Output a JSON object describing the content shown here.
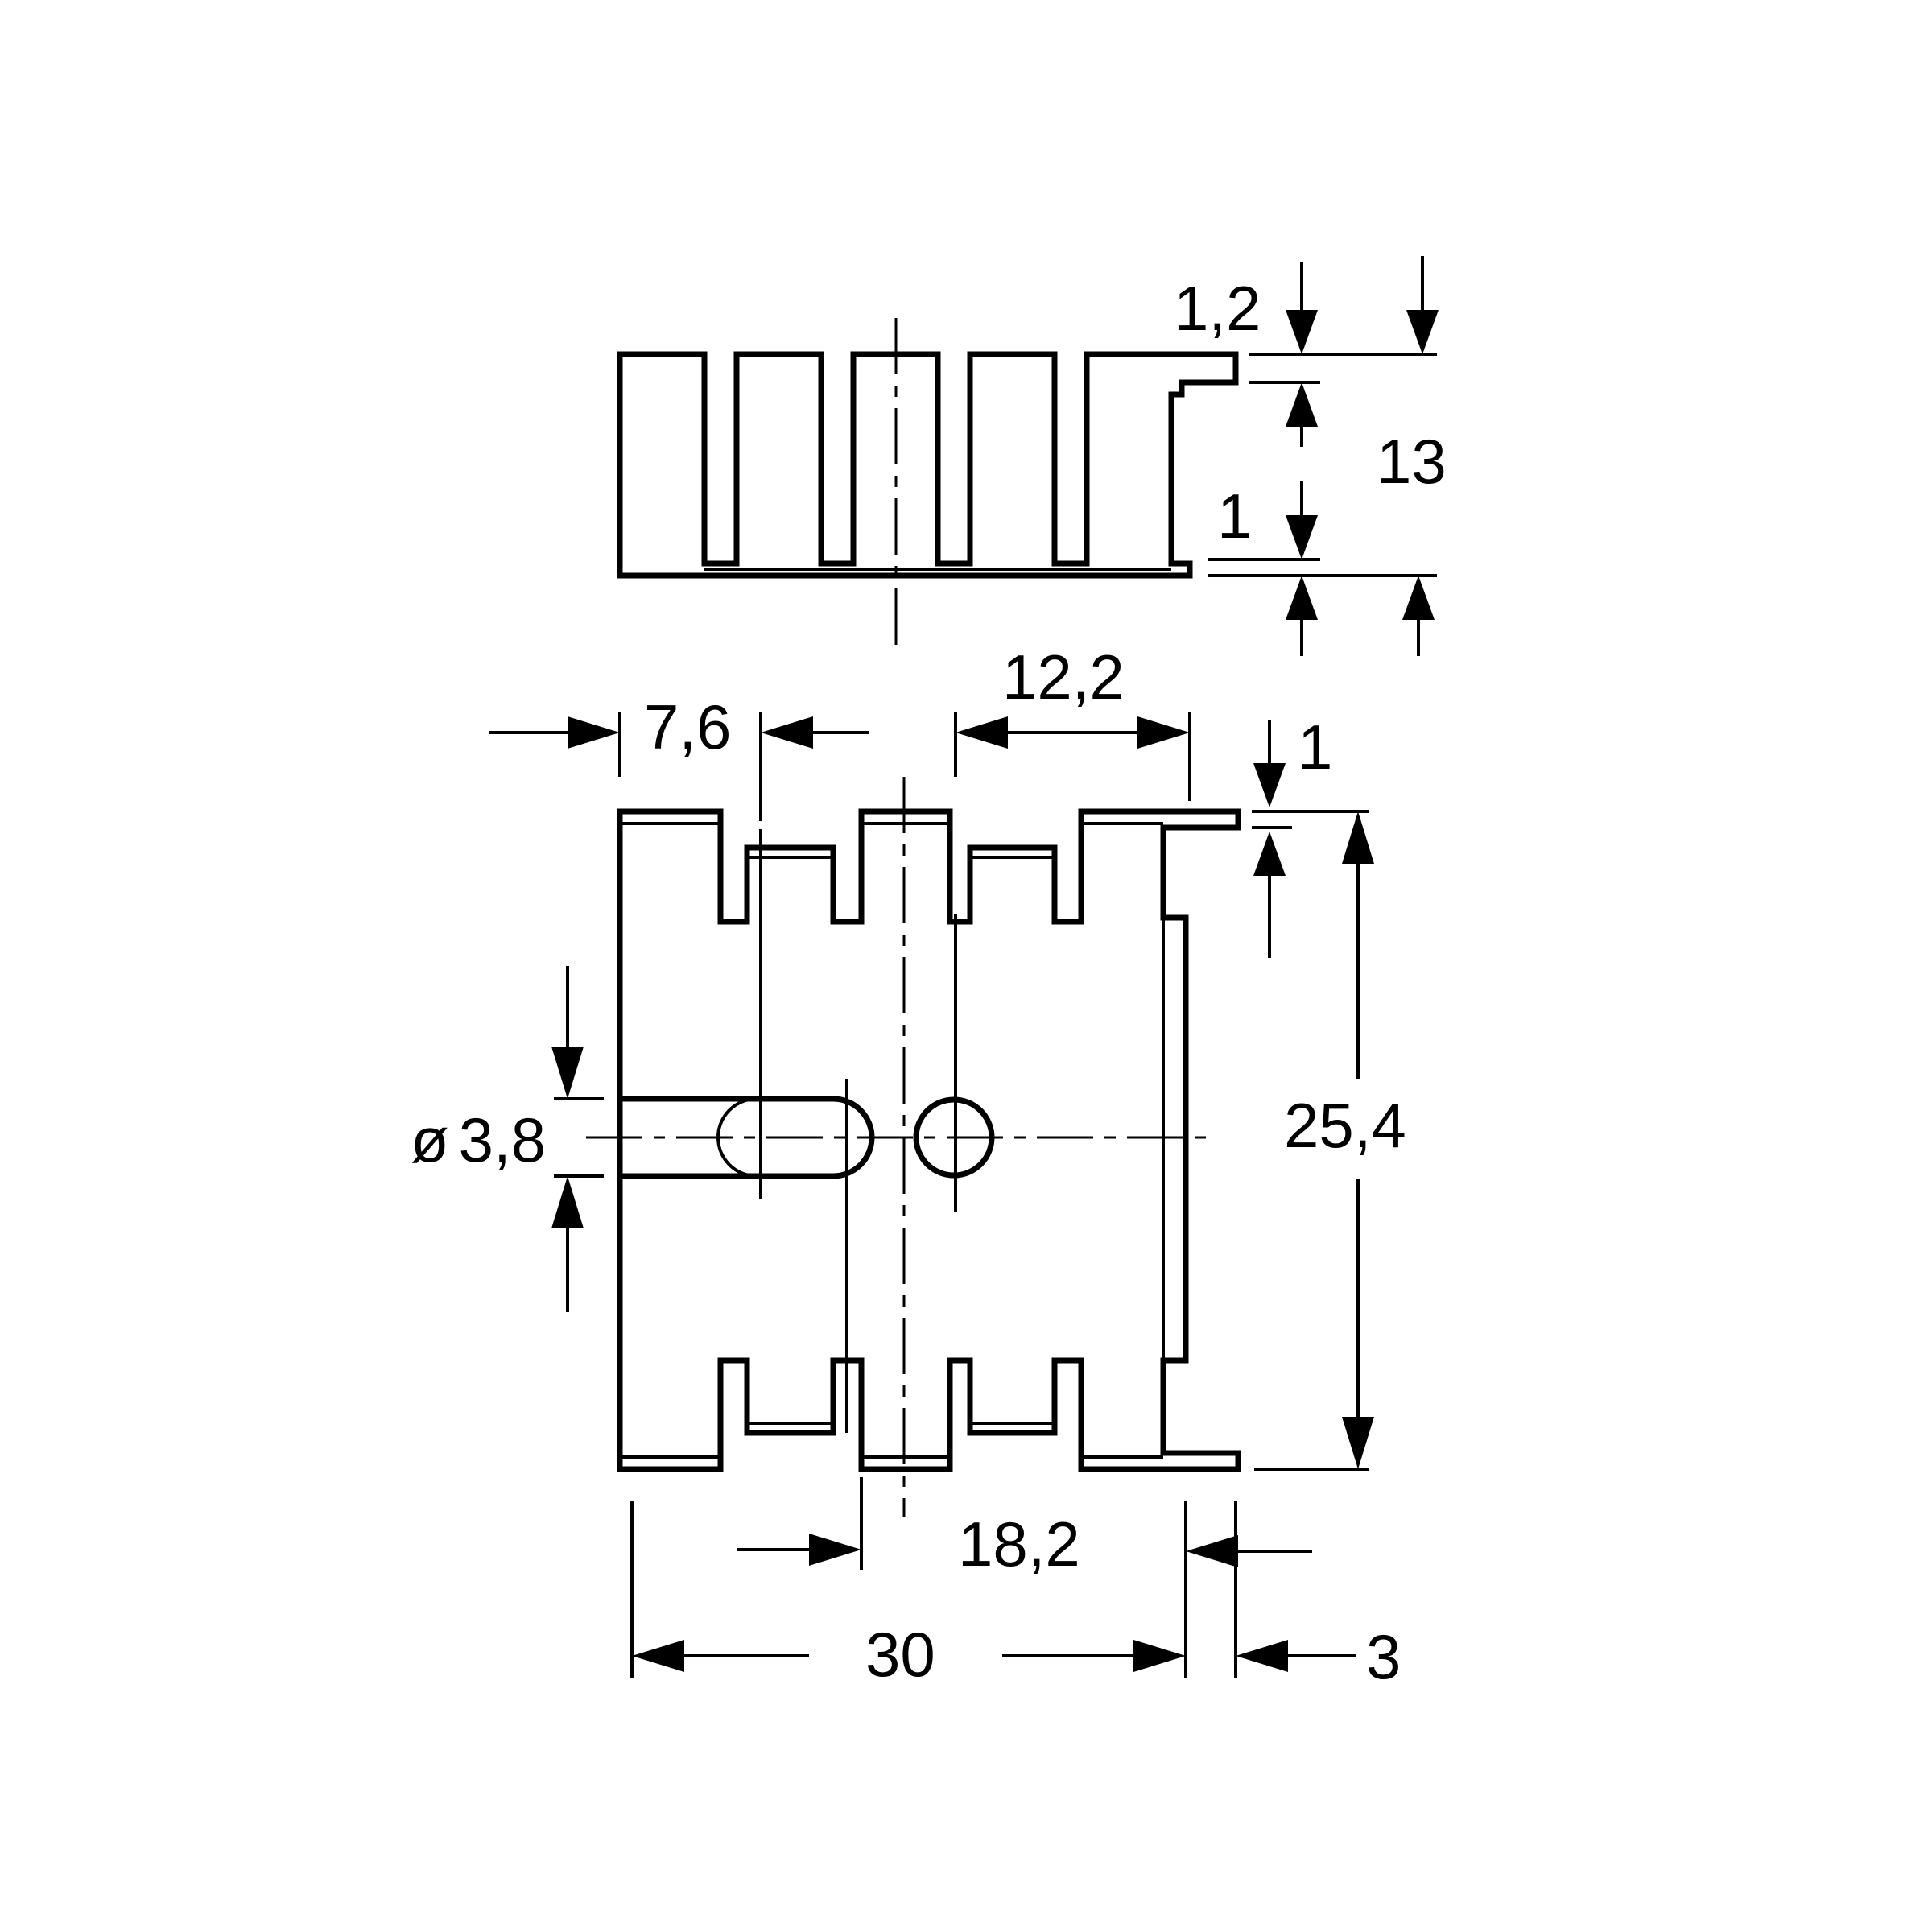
{
  "drawing": {
    "dimensions": {
      "wall_thickness": "1,2",
      "height": "13",
      "base_thickness": "1",
      "fin_pitch": "7,6",
      "slot_spacing": "12,2",
      "tab_thickness": "1",
      "hole_diameter": "3,8",
      "diameter_symbol": "ø",
      "length": "25,4",
      "offset": "18,2",
      "width": "30",
      "tab_width": "3"
    }
  }
}
